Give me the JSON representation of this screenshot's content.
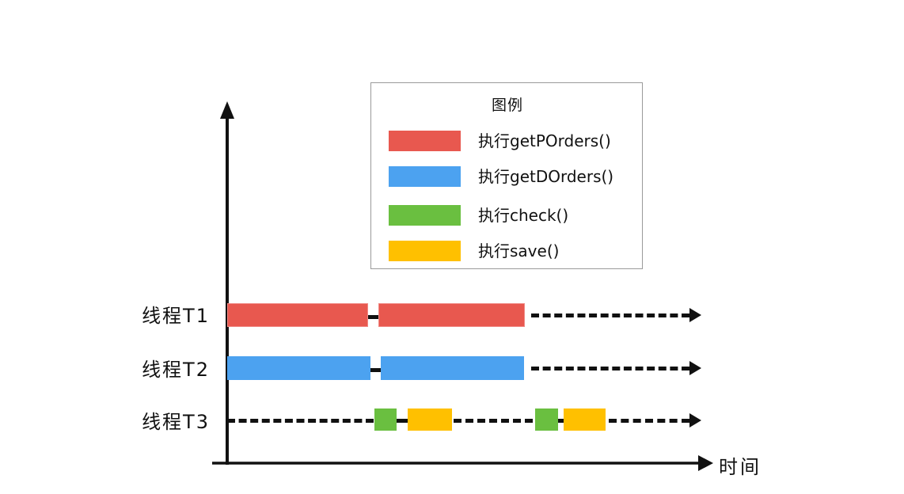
{
  "diagram": {
    "title_present": false,
    "background_color": "#ffffff",
    "axis_color": "#111111"
  },
  "legend": {
    "title": "图例",
    "items": [
      {
        "label": "执行getPOrders()",
        "color": "#E8584F",
        "swatch_name": "legend-swatch-red"
      },
      {
        "label": "执行getDOrders()",
        "color": "#4CA2F0",
        "swatch_name": "legend-swatch-blue"
      },
      {
        "label": "执行check()",
        "color": "#6ABF40",
        "swatch_name": "legend-swatch-green"
      },
      {
        "label": "执行save()",
        "color": "#FFC000",
        "swatch_name": "legend-swatch-yellow"
      }
    ]
  },
  "axes": {
    "y_axis_label": "",
    "x_axis_label": "时间"
  },
  "threads": [
    {
      "label": "线程T1",
      "segments": [
        {
          "kind": "bar",
          "color": "#E8584F",
          "legend": "执行getPOrders()"
        },
        {
          "kind": "gap"
        },
        {
          "kind": "bar",
          "color": "#E8584F",
          "legend": "执行getPOrders()"
        },
        {
          "kind": "idle"
        }
      ]
    },
    {
      "label": "线程T2",
      "segments": [
        {
          "kind": "bar",
          "color": "#4CA2F0",
          "legend": "执行getDOrders()"
        },
        {
          "kind": "gap"
        },
        {
          "kind": "bar",
          "color": "#4CA2F0",
          "legend": "执行getDOrders()"
        },
        {
          "kind": "idle"
        }
      ]
    },
    {
      "label": "线程T3",
      "segments": [
        {
          "kind": "idle"
        },
        {
          "kind": "bar",
          "color": "#6ABF40",
          "legend": "执行check()"
        },
        {
          "kind": "idle"
        },
        {
          "kind": "bar",
          "color": "#FFC000",
          "legend": "执行save()"
        },
        {
          "kind": "idle"
        },
        {
          "kind": "bar",
          "color": "#6ABF40",
          "legend": "执行check()"
        },
        {
          "kind": "bar",
          "color": "#FFC000",
          "legend": "执行save()"
        },
        {
          "kind": "idle"
        }
      ]
    }
  ]
}
